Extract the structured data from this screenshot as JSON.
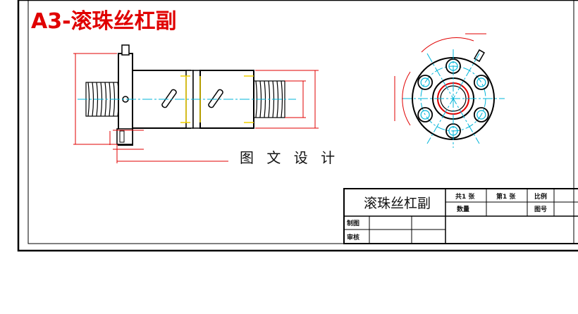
{
  "drawing": {
    "heading": "A3-滚珠丝杠副",
    "overlay_caption": "图 文 设 计"
  },
  "title_block": {
    "name": "滚珠丝杠副",
    "total_sheets": "共1 张",
    "sheet_no": "第1 张",
    "scale_label": "比例",
    "quantity_label": "数量",
    "drawing_no_label": "图号",
    "drawn_by_label": "制图",
    "checked_by_label": "审核"
  },
  "colors": {
    "outline": "#000000",
    "dimension": "#e00000",
    "centerline": "#00b4d8",
    "hidden": "#f0d000",
    "heading": "#e00000"
  }
}
